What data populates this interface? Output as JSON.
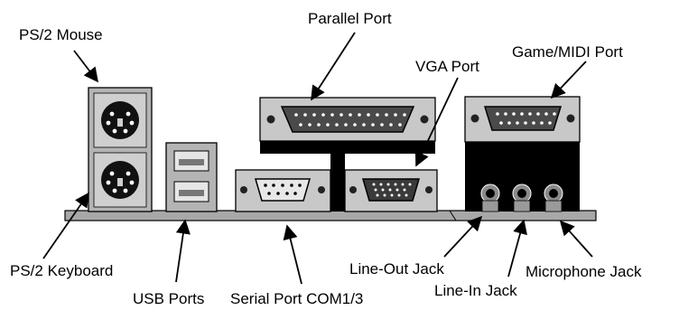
{
  "labels": {
    "ps2_mouse": "PS/2 Mouse",
    "parallel_port": "Parallel Port",
    "vga_port": "VGA Port",
    "game_midi_port": "Game/MIDI Port",
    "ps2_keyboard": "PS/2 Keyboard",
    "usb_ports": "USB Ports",
    "serial_port": "Serial Port COM1/3",
    "line_out_jack": "Line-Out Jack",
    "line_in_jack": "Line-In Jack",
    "microphone_jack": "Microphone Jack"
  },
  "colors": {
    "panel_gray": "#a8a8a8",
    "connector_body": "#bdbdbd",
    "black": "#000000",
    "white": "#ffffff"
  }
}
